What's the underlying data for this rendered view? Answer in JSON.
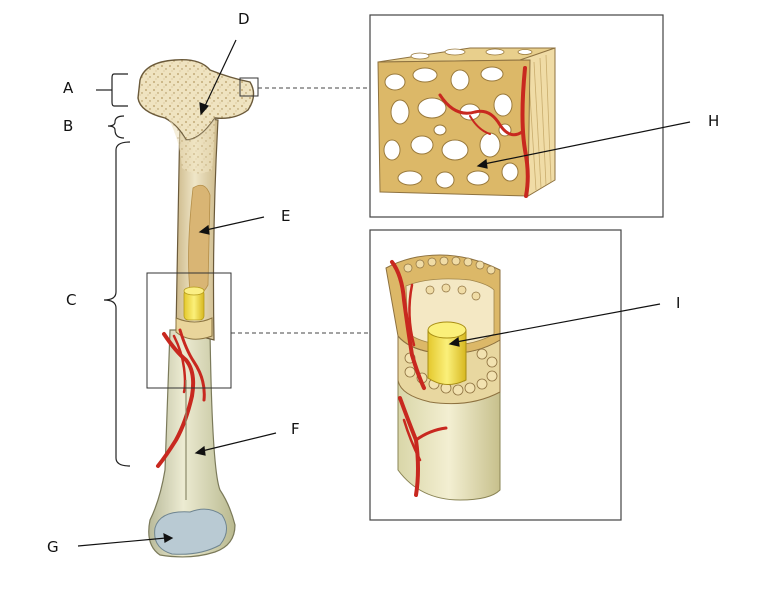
{
  "labels": {
    "A": "A",
    "B": "B",
    "C": "C",
    "D": "D",
    "E": "E",
    "F": "F",
    "G": "G",
    "H": "H",
    "I": "I"
  },
  "colors": {
    "bone_light": "#efe3c0",
    "bone_mid": "#e2cd94",
    "bone_dark": "#c9a867",
    "spongy": "#dcb868",
    "marrow": "#d6b06e",
    "yellow_marrow": "#f2e04a",
    "vessel": "#c8281f",
    "cartilage": "#b8c8d0",
    "outline": "#6b5a3a",
    "line": "#222222"
  }
}
